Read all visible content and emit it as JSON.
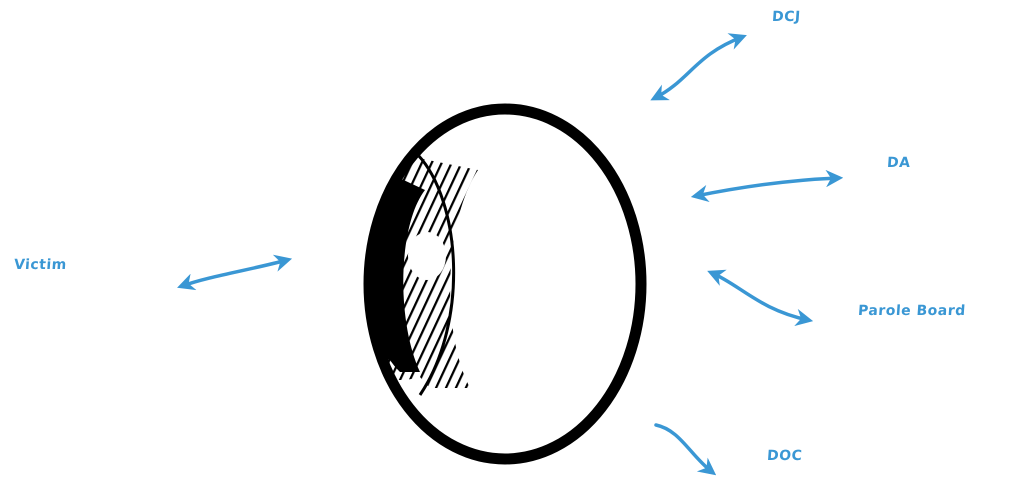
{
  "colors": {
    "accent": "#3a97d4",
    "eye_outline": "#000000",
    "background": "#ffffff"
  },
  "icons": {
    "center": "eyeball-icon"
  },
  "nodes": {
    "victim": "Victim",
    "dcj": "DCJ",
    "da": "DA",
    "parole_board": "Parole Board",
    "doc": "DOC"
  }
}
